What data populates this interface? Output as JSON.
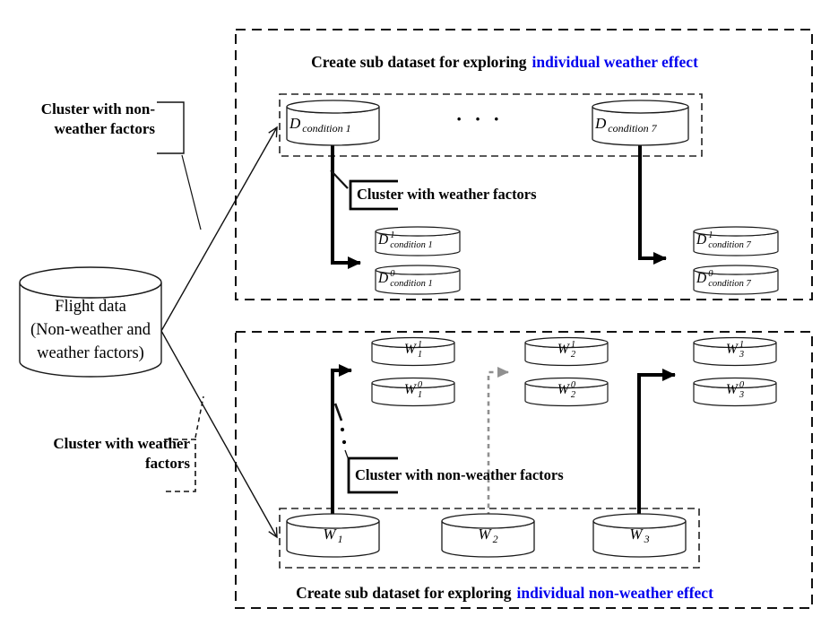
{
  "colors": {
    "accent_blue": "#0000ee",
    "arrow_gray": "#909090",
    "line_black": "#000000"
  },
  "flight_data": {
    "lines": [
      "Flight data",
      "(Non-weather and",
      "weather factors)"
    ]
  },
  "callouts": {
    "cluster_non_weather_left": {
      "line1": "Cluster with non-",
      "line2": "weather factors"
    },
    "cluster_weather_left": {
      "line1": "Cluster with weather",
      "line2": "factors"
    }
  },
  "weather_box": {
    "title": {
      "black": "Create sub dataset for exploring",
      "blue": "individual weather effect"
    },
    "cluster_label": "Cluster with weather factors",
    "ellipsis": "· · ·",
    "cylinders": {
      "cond1": {
        "main": "D",
        "sub": "condition 1"
      },
      "cond7": {
        "main": "D",
        "sub": "condition 7"
      },
      "cond1_sup1": {
        "main": "D",
        "sup": "1",
        "sub": "condition 1"
      },
      "cond1_sup0": {
        "main": "D",
        "sup": "0",
        "sub": "condition 1"
      },
      "cond7_sup1": {
        "main": "D",
        "sup": "1",
        "sub": "condition 7"
      },
      "cond7_sup0": {
        "main": "D",
        "sup": "0",
        "sub": "condition 7"
      }
    }
  },
  "nonweather_box": {
    "title": {
      "black": "Create sub dataset for exploring",
      "blue": "individual non-weather effect"
    },
    "cluster_label": "Cluster with non-weather factors",
    "cylinders": {
      "w1": {
        "main": "W",
        "sub": "1"
      },
      "w2": {
        "main": "W",
        "sub": "2"
      },
      "w3": {
        "main": "W",
        "sub": "3"
      },
      "w1_sup1": {
        "main": "W",
        "sup": "1",
        "sub": "1"
      },
      "w1_sup0": {
        "main": "W",
        "sup": "0",
        "sub": "1"
      },
      "w2_sup1": {
        "main": "W",
        "sup": "1",
        "sub": "2"
      },
      "w2_sup0": {
        "main": "W",
        "sup": "0",
        "sub": "2"
      },
      "w3_sup1": {
        "main": "W",
        "sup": "1",
        "sub": "3"
      },
      "w3_sup0": {
        "main": "W",
        "sup": "0",
        "sub": "3"
      }
    }
  }
}
